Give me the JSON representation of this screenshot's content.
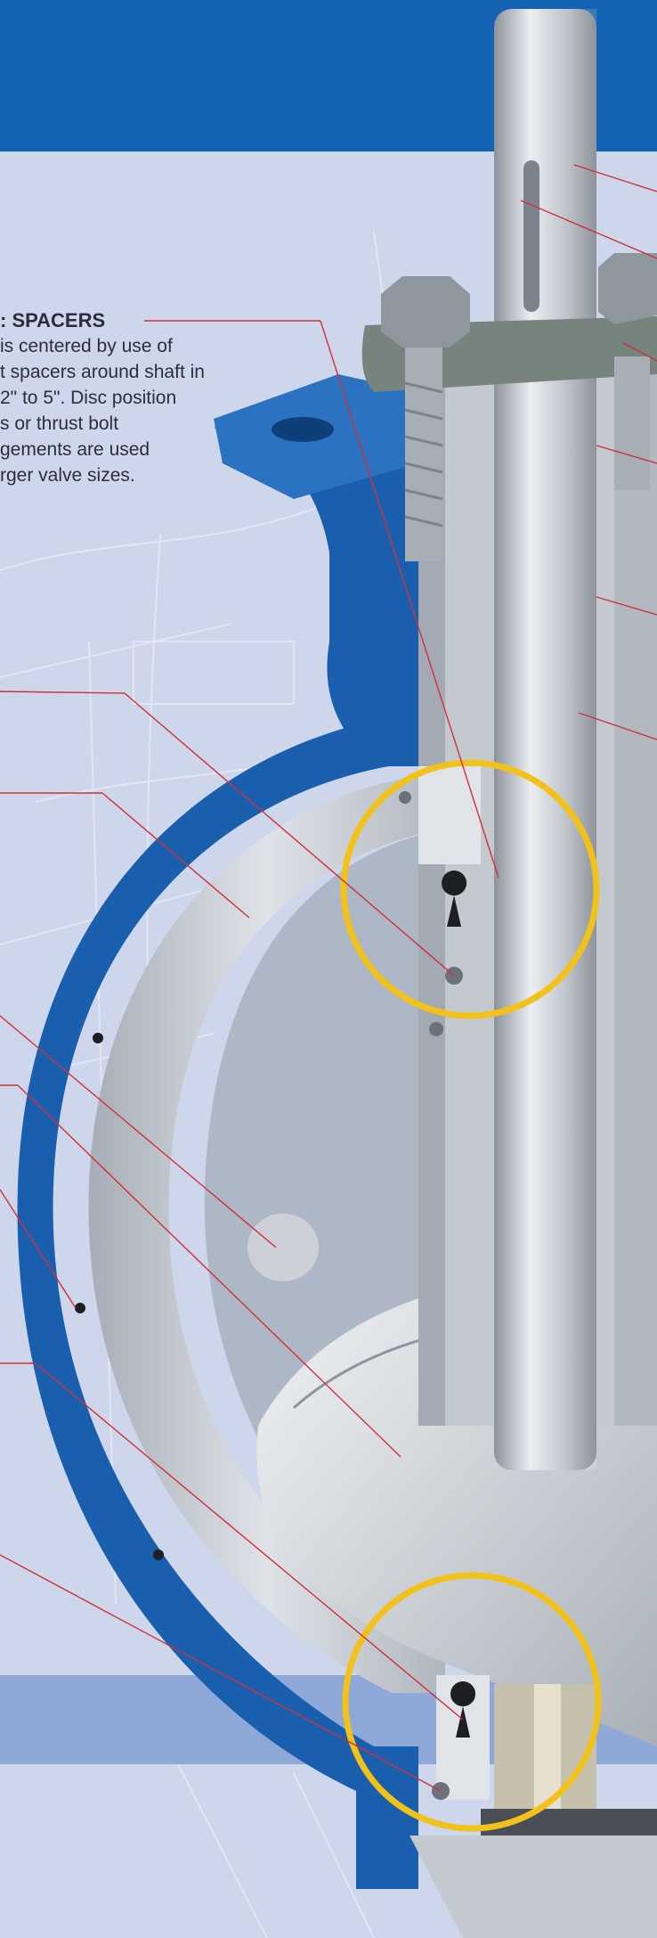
{
  "callout": {
    "title": ": SPACERS",
    "lines": [
      "is centered by use of",
      "t spacers around shaft in",
      " 2\" to 5\". Disc position",
      "s or thrust bolt",
      "gements are used",
      "rger valve sizes."
    ]
  },
  "colors": {
    "header_band": "#1563b4",
    "background": "#cdd6ea",
    "body_blue": "#1a5fae",
    "metal": "#b9bec6",
    "highlight_ring": "#f2c21b",
    "leader_line": "#d0303a"
  }
}
